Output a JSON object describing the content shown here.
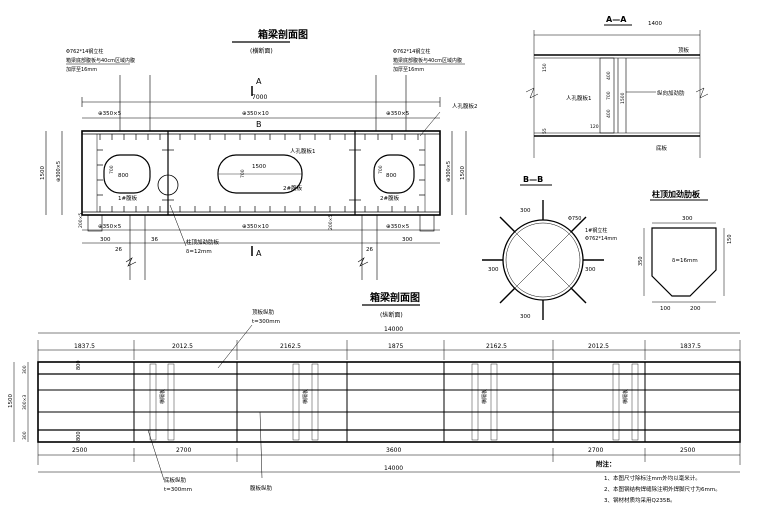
{
  "titles": {
    "box_section": "箱梁剖面图",
    "box_section_sub": "(横断面)",
    "long_section": "箱梁剖面图",
    "long_section_sub": "(纵断面)",
    "section_aa": "A—A",
    "section_bb": "B—B",
    "stiffener_plate": "柱顶加劲肋板"
  },
  "cross_section": {
    "width_total": "7000",
    "top_bolts": "⊕350×10",
    "top_left_bolts": "⊕350×5",
    "top_right_bolts": "⊕350×5",
    "bottom_bolts": "⊕350×10",
    "bottom_left_bolts": "⊕350×5",
    "bottom_right_bolts": "⊕350×5",
    "height_left": "1500",
    "height_right": "1500",
    "left_bolt_col": "⊕300×5",
    "right_bolt_col": "⊕300×5",
    "hole_center": "1500",
    "hole_left": "800",
    "hole_right": "800",
    "hole_v_left": "700",
    "hole_v_center": "700",
    "hole_v_right": "700",
    "section_mark_a": "A",
    "section_mark_b": "B",
    "note_left": "Φ762*14钢立柱",
    "note_left2": "箱梁底部腹板与40cm区域内腹",
    "note_left3": "加厚至16mm",
    "note_right": "Φ762*14钢立柱",
    "note_right2": "箱梁底部腹板与40cm区域内腹",
    "note_right3": "加厚至16mm",
    "label_manhole1": "人孔腹板1",
    "label_manhole2": "人孔腹板2",
    "label_web1": "1#腹板",
    "label_web2": "2#腹板",
    "label_web3": "2#腹板",
    "label_stiffener": "柱顶加劲肋板",
    "label_stiffener_t": "δ=12mm",
    "dim_300_left": "300",
    "dim_26_left": "26",
    "dim_36": "36",
    "dim_26_right": "26",
    "dim_300_right": "300",
    "dim_200x5_left": "200×5",
    "dim_200x5_right": "200×5"
  },
  "section_aa": {
    "dim_top": "1400",
    "label_top_plate": "顶板",
    "label_manhole": "人孔腹板1",
    "label_long_rib": "纵向加劲肋",
    "label_bottom": "底板",
    "dims": [
      "150",
      "400",
      "700",
      "400",
      "120",
      "1500",
      "55"
    ]
  },
  "section_bb": {
    "label_pipe": "1#钢立柱",
    "label_pipe2": "Φ762*14mm",
    "dims": [
      "300",
      "300",
      "300",
      "300"
    ],
    "r": "Φ750"
  },
  "plate": {
    "top": "300",
    "thk": "δ=16mm",
    "h1": "150",
    "h2": "350",
    "b1": "100",
    "b2": "200"
  },
  "long_section": {
    "total": "14000",
    "segments": [
      "1837.5",
      "2012.5",
      "2162.5",
      "1875",
      "2162.5",
      "2012.5",
      "1837.5"
    ],
    "bottom_segments": [
      "2500",
      "2700",
      "3600",
      "2700",
      "2500"
    ],
    "bottom_total": "14000",
    "height": "1500",
    "left_dims": [
      "300",
      "300×3",
      "300"
    ],
    "label_top": "顶板纵肋",
    "label_top_t": "t=300mm",
    "label_bottom": "底板纵肋",
    "label_bottom_t": "t=300mm",
    "label_web": "腹板纵肋",
    "plate_label": "横隔板",
    "dim_800_top": "800",
    "dim_800_bottom": "800"
  },
  "notes": {
    "title": "附注：",
    "items": [
      "1、本图尺寸除标注mm外均以毫米计。",
      "2、本图钢结构焊缝除注明外焊脚尺寸为6mm。",
      "3、钢材材质均采用Q235B。"
    ]
  }
}
